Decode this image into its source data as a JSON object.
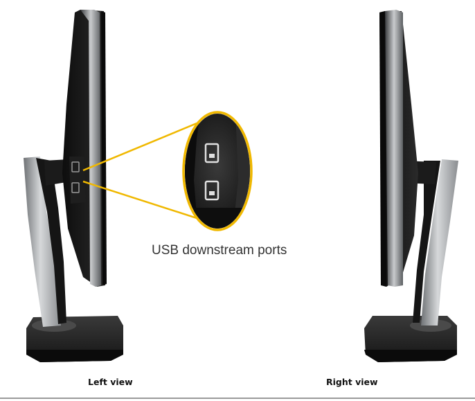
{
  "callout": {
    "label": "USB downstream ports"
  },
  "views": {
    "left_label": "Left view",
    "right_label": "Right view"
  },
  "colors": {
    "callout_outline": "#f0b800",
    "monitor_body": "#1a1a1a",
    "stand_silver": "#b4b6b8",
    "background": "#ffffff"
  }
}
